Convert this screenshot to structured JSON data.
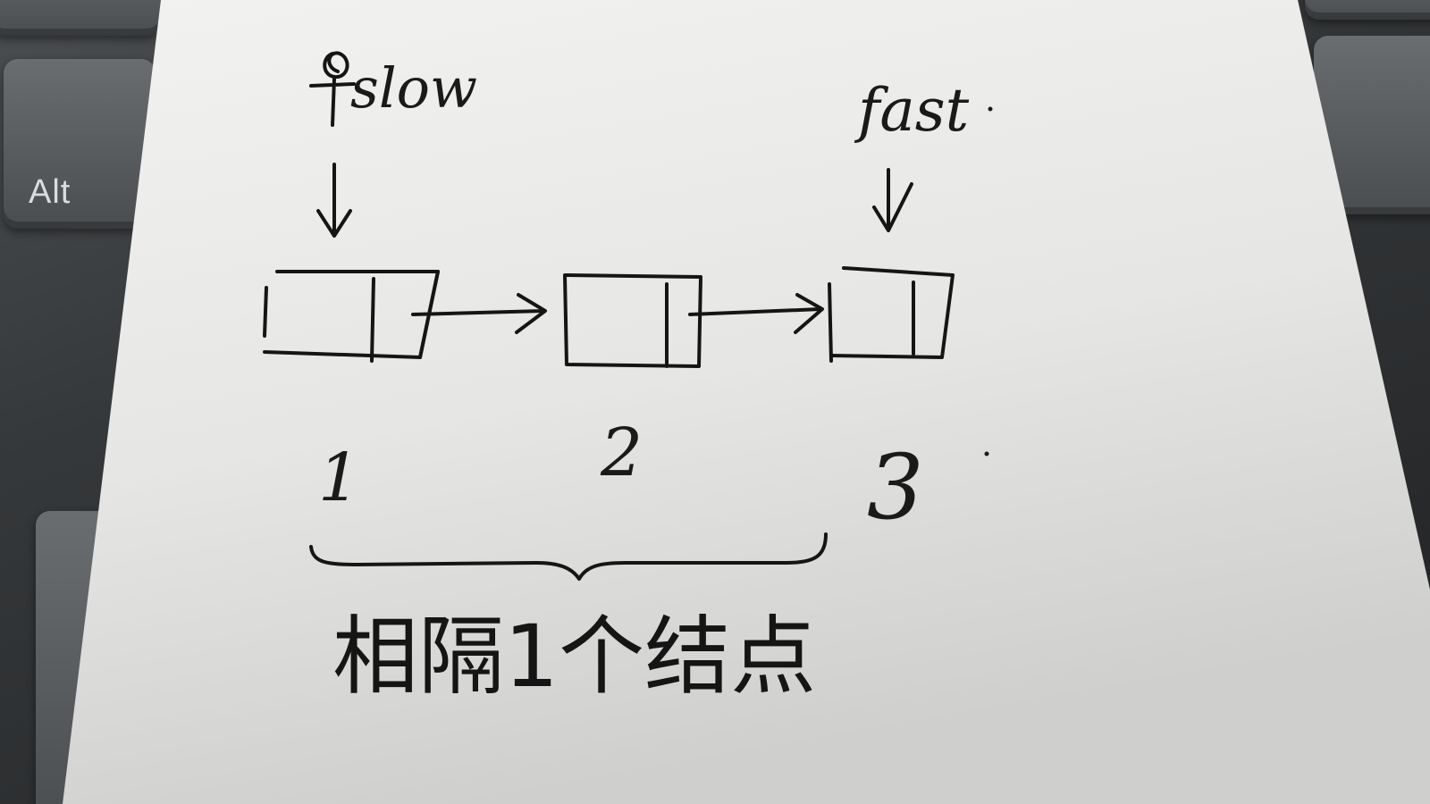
{
  "keyboard": {
    "alt_key_label": "Alt"
  },
  "sketch": {
    "slow_pointer_label": "slow",
    "fast_pointer_label": "fast",
    "nodes": [
      {
        "index_label": "1"
      },
      {
        "index_label": "2"
      },
      {
        "index_label": "3"
      }
    ],
    "bracket_caption": "相隔1个结点"
  },
  "colors": {
    "paper": "#ededeb",
    "ink": "#151515",
    "keyboard": "#35383a"
  }
}
